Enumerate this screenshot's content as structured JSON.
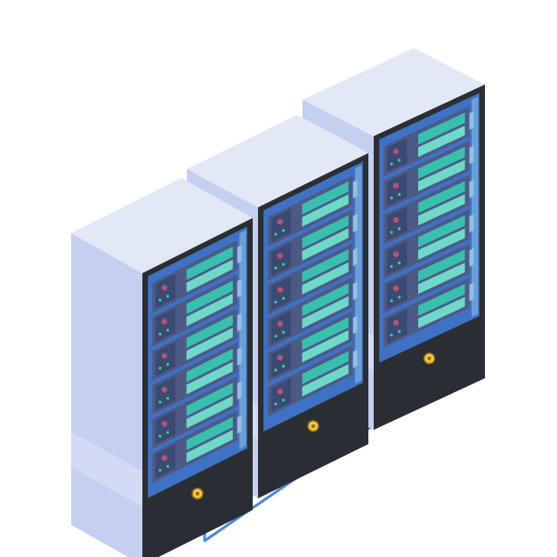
{
  "illustration": {
    "subject": "isometric-server-racks",
    "rack_count": 3,
    "units_per_rack": 6,
    "colors": {
      "background": "#ffffff",
      "cabinet_top": "#e3e8f7",
      "cabinet_side": "#c5cff0",
      "cabinet_side_stripe": "#d3dbf4",
      "frame_dark": "#2b2e33",
      "glass": "#3f72c4",
      "glass_light": "#8fc1e8",
      "unit_body": "#4d5a86",
      "unit_panel": "#3b4a72",
      "display_teal": "#39bfae",
      "display_teal_light": "#6fd9c9",
      "led_red": "#b5527b",
      "led_green": "#3fc7a0",
      "base": "#2a2d33",
      "connector": "#f5c542",
      "cable": "#4a86e0"
    }
  }
}
